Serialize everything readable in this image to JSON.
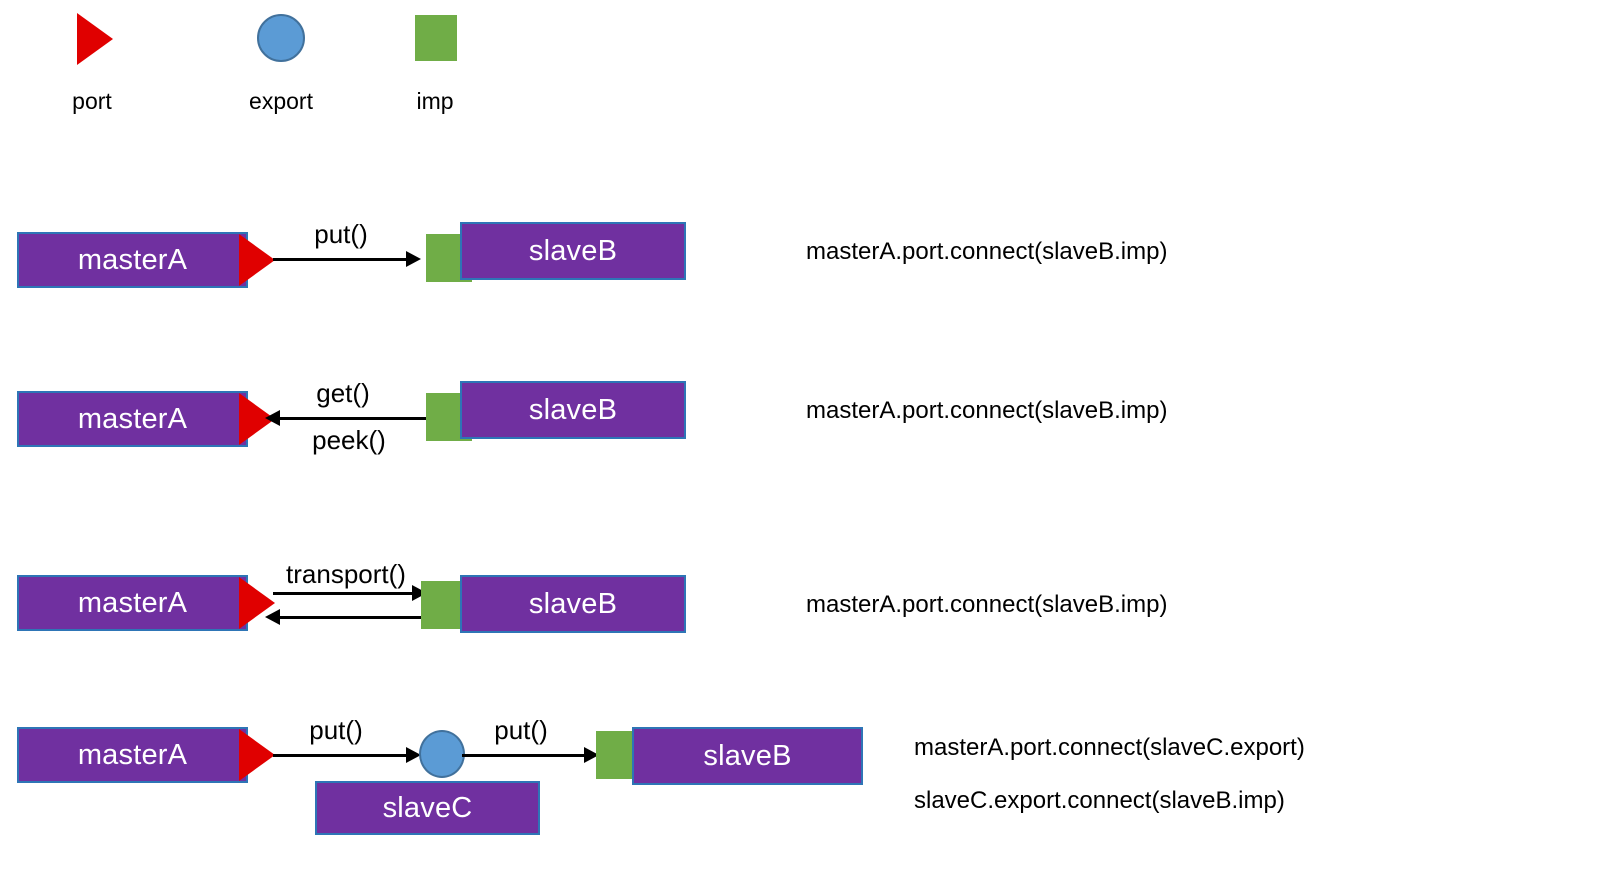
{
  "legend": {
    "items": [
      {
        "label": "port",
        "icon": "red-triangle-port-icon",
        "color": "#E00000"
      },
      {
        "label": "export",
        "icon": "blue-circle-export-icon",
        "color": "#5B9BD5"
      },
      {
        "label": "imp",
        "icon": "green-square-imp-icon",
        "color": "#70AD47"
      }
    ]
  },
  "palette": {
    "block_fill": "#7030A0",
    "block_border": "#2E75B6",
    "port_red": "#E00000",
    "export_blue": "#5B9BD5",
    "imp_green": "#70AD47",
    "arrow_black": "#000000",
    "background": "#FFFFFF"
  },
  "rows": [
    {
      "id": "row-put",
      "master": "masterA",
      "slave": "slaveB",
      "labels_above": [
        "put()"
      ],
      "labels_below": [],
      "direction": "right",
      "code": [
        "masterA.port.connect(slaveB.imp)"
      ]
    },
    {
      "id": "row-get-peek",
      "master": "masterA",
      "slave": "slaveB",
      "labels_above": [
        "get()"
      ],
      "labels_below": [
        "peek()"
      ],
      "direction": "left",
      "code": [
        "masterA.port.connect(slaveB.imp)"
      ]
    },
    {
      "id": "row-transport",
      "master": "masterA",
      "slave": "slaveB",
      "labels_above": [
        "transport()"
      ],
      "labels_below": [],
      "direction": "both",
      "code": [
        "masterA.port.connect(slaveB.imp)"
      ]
    },
    {
      "id": "row-export",
      "master": "masterA",
      "slave": "slaveB",
      "middle": "slaveC",
      "labels_above": [
        "put()",
        "put()"
      ],
      "labels_below": [],
      "direction": "right",
      "code": [
        "masterA.port.connect(slaveC.export)",
        "slaveC.export.connect(slaveB.imp)"
      ]
    }
  ]
}
